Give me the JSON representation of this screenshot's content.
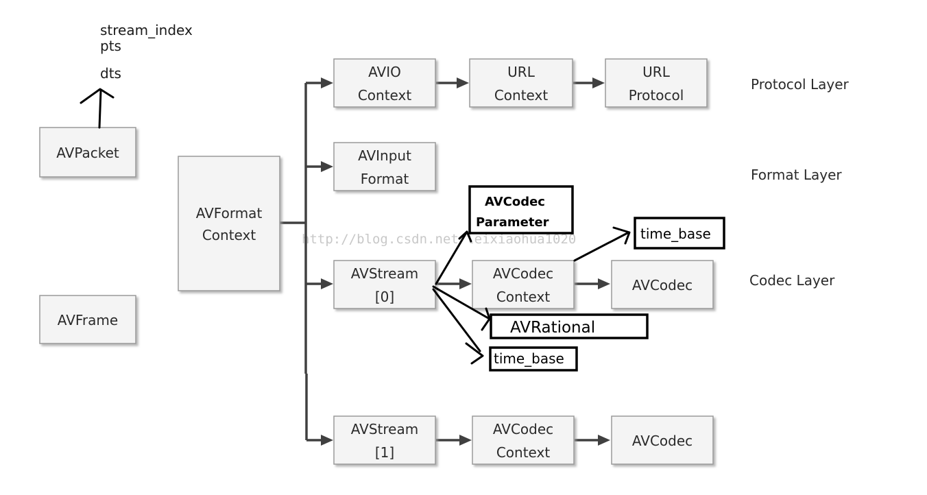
{
  "nodes": {
    "avpacket": "AVPacket",
    "avframe": "AVFrame",
    "avformat_context": [
      "AVFormat",
      "Context"
    ],
    "avio_context": [
      "AVIO",
      "Context"
    ],
    "url_context": [
      "URL",
      "Context"
    ],
    "url_protocol": [
      "URL",
      "Protocol"
    ],
    "avinput_format": [
      "AVInput",
      "Format"
    ],
    "avstream_0": [
      "AVStream",
      "[0]"
    ],
    "avcodec_context_0": [
      "AVCodec",
      "Context"
    ],
    "avcodec_0": "AVCodec",
    "avstream_1": [
      "AVStream",
      "[1]"
    ],
    "avcodec_context_1": [
      "AVCodec",
      "Context"
    ],
    "avcodec_1": "AVCodec"
  },
  "layers": {
    "protocol": "Protocol Layer",
    "format": "Format Layer",
    "codec": "Codec Layer"
  },
  "packet_fields": [
    "stream_index",
    "pts",
    "dts"
  ],
  "annotations": {
    "codec_parameter": [
      "AVCodec",
      "Parameter"
    ],
    "time_base_codec_context": "time_base",
    "avrational": "AVRational",
    "time_base_stream": "time_base"
  },
  "watermark": "http://blog.csdn.net/leixiaohua1020",
  "colors": {
    "box_fill": "#f4f4f4",
    "box_stroke": "#9a9a9a",
    "connector": "#404040",
    "annotation": "#000000"
  }
}
